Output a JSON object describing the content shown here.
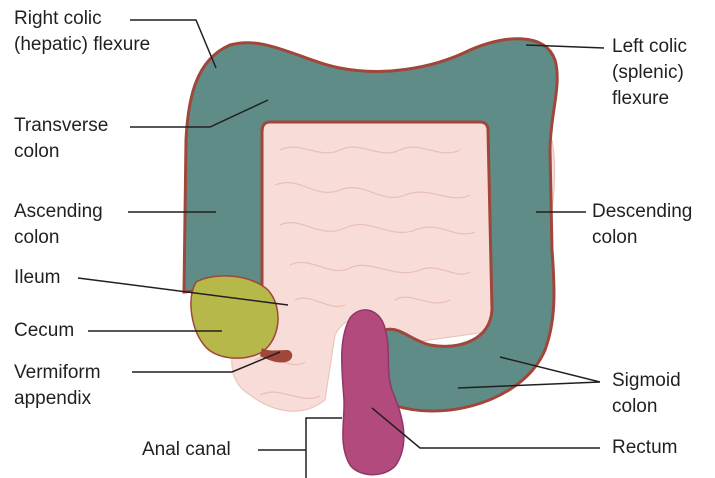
{
  "labels": {
    "right_colic": {
      "l1": "Right colic",
      "l2": "(hepatic) flexure"
    },
    "transverse": {
      "l1": "Transverse",
      "l2": "colon"
    },
    "ascending": {
      "l1": "Ascending",
      "l2": "colon"
    },
    "ileum": {
      "l1": "Ileum"
    },
    "cecum": {
      "l1": "Cecum"
    },
    "appendix": {
      "l1": "Vermiform",
      "l2": "appendix"
    },
    "anal_canal": {
      "l1": "Anal canal"
    },
    "left_colic": {
      "l1": "Left colic",
      "l2": "(splenic)",
      "l3": "flexure"
    },
    "descending": {
      "l1": "Descending",
      "l2": "colon"
    },
    "sigmoid": {
      "l1": "Sigmoid",
      "l2": "colon"
    },
    "rectum": {
      "l1": "Rectum"
    }
  },
  "colors": {
    "colon": "#5f8c87",
    "colon_outline": "#a0463a",
    "small_intestine": "#f7dcd8",
    "small_intestine_line": "#e8bfb9",
    "cecum": "#b6b84a",
    "rectum": "#b24a7e",
    "leader_line": "#231f20"
  }
}
